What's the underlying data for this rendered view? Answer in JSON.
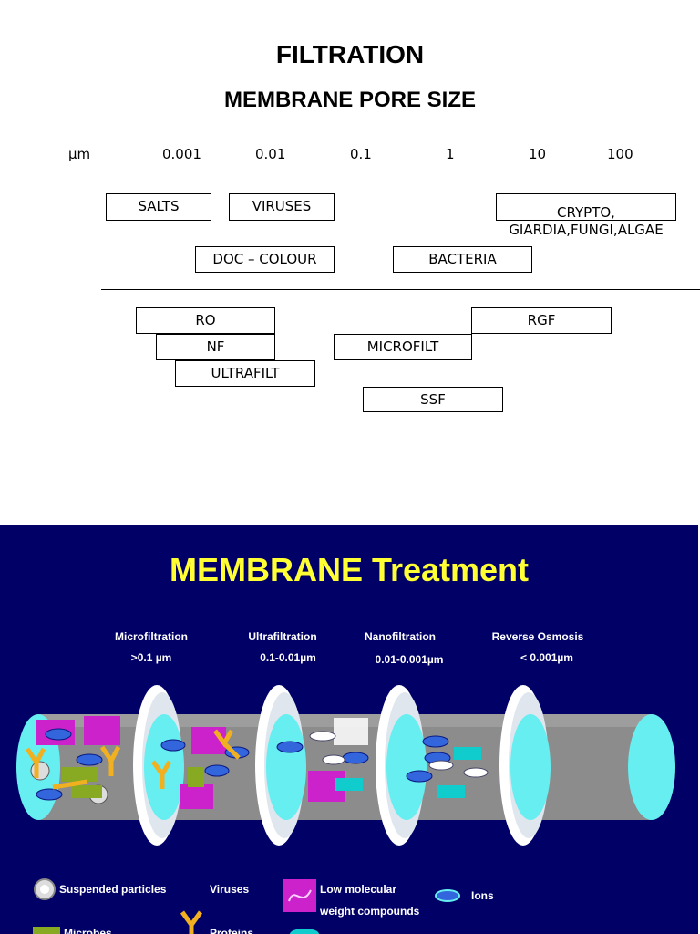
{
  "header": {
    "title": "FILTRATION",
    "subtitle": "MEMBRANE PORE SIZE"
  },
  "scale": {
    "unit": "μm",
    "ticks": [
      "0.001",
      "0.01",
      "0.1",
      "1",
      "10",
      "100"
    ]
  },
  "contaminants": {
    "salts": "SALTS",
    "viruses": "VIRUSES",
    "crypto_line1": "CRYPTO,",
    "crypto_line2": "GIARDIA,FUNGI,ALGAE",
    "doc": "DOC – COLOUR",
    "bacteria": "BACTERIA"
  },
  "processes": {
    "ro": "RO",
    "nf": "NF",
    "ultrafilt": "ULTRAFILT",
    "microfilt": "MICROFILT",
    "rgf": "RGF",
    "ssf": "SSF"
  },
  "membrane_panel": {
    "title": "MEMBRANE Treatment",
    "stages": [
      {
        "name": "Microfiltration",
        "range": ">0.1 µm"
      },
      {
        "name": "Ultrafiltration",
        "range": "0.1-0.01µm"
      },
      {
        "name": "Nanofiltration",
        "range": "0.01-0.001µm"
      },
      {
        "name": "Reverse Osmosis",
        "range": "< 0.001µm"
      }
    ],
    "legend": {
      "suspended": "Suspended particles",
      "viruses": "Viruses",
      "lmw_line1": "Low molecular",
      "lmw_line2": "weight compounds",
      "ions": "Ions",
      "microbes": "Microbes",
      "proteins": "Proteins"
    },
    "colors": {
      "background": "#000066",
      "title": "#ffff33",
      "membrane": "#66eef0",
      "pipe": "#8c8c8c"
    }
  }
}
